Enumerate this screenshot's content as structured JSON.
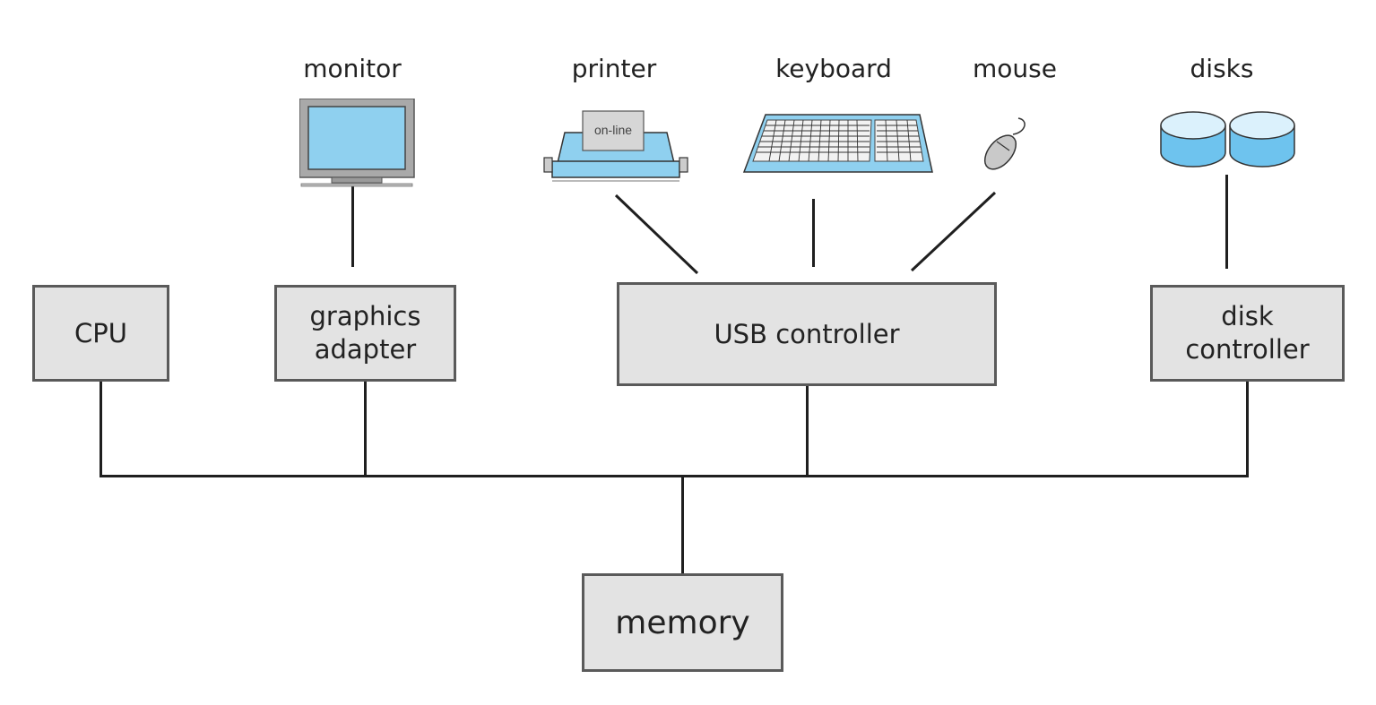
{
  "devices": {
    "monitor": "monitor",
    "printer": "printer",
    "printer_screen": "on-line",
    "keyboard": "keyboard",
    "mouse": "mouse",
    "disks": "disks"
  },
  "controllers": {
    "cpu": "CPU",
    "graphics_adapter": "graphics\nadapter",
    "usb_controller": "USB controller",
    "disk_controller": "disk\ncontroller"
  },
  "memory": "memory",
  "colors": {
    "box_fill": "#e3e3e3",
    "box_border": "#5a5a5a",
    "line": "#1f1f1f",
    "device_blue": "#8fd0ef"
  }
}
